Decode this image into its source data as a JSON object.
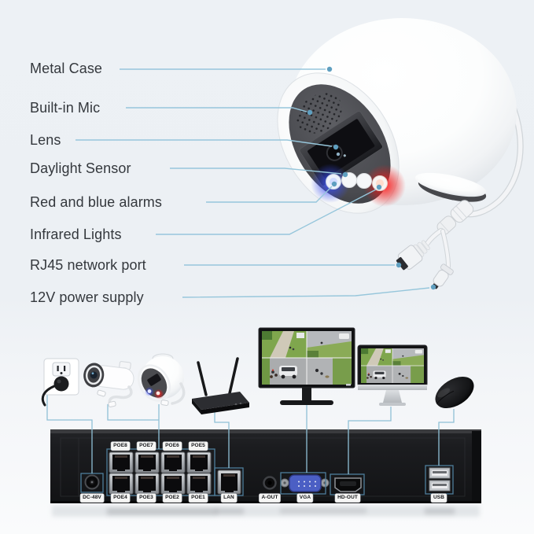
{
  "colors": {
    "background": "#edf1f5",
    "callout_line": "#96c6db",
    "callout_text": "#34383d",
    "port_outline": "#4e7e9b",
    "alarm_blue": "#3a5cff",
    "alarm_red": "#ff2f2f",
    "nvr_body": "#1a1b1d"
  },
  "hero_callouts": [
    {
      "label": "Metal Case"
    },
    {
      "label": "Built-in Mic"
    },
    {
      "label": "Lens"
    },
    {
      "label": "Daylight Sensor"
    },
    {
      "label": "Red and blue alarms"
    },
    {
      "label": "Infrared Lights"
    },
    {
      "label": "RJ45 network port"
    },
    {
      "label": "12V power supply"
    }
  ],
  "nvr": {
    "poe_top": [
      "POE8",
      "POE7",
      "POE6",
      "POE5"
    ],
    "poe_bottom": [
      "POE4",
      "POE3",
      "POE2",
      "POE1"
    ],
    "dc_label": "DC-48V",
    "lan_label": "LAN",
    "aout_label": "A-OUT",
    "vga_label": "VGA",
    "hdout_label": "HD-OUT",
    "usb_label": "USB"
  },
  "devices": [
    "power-outlet",
    "bullet-camera",
    "turret-camera",
    "wifi-router",
    "monitor",
    "all-in-one-monitor",
    "mouse",
    "nvr-recorder",
    "turret-camera-hero"
  ]
}
